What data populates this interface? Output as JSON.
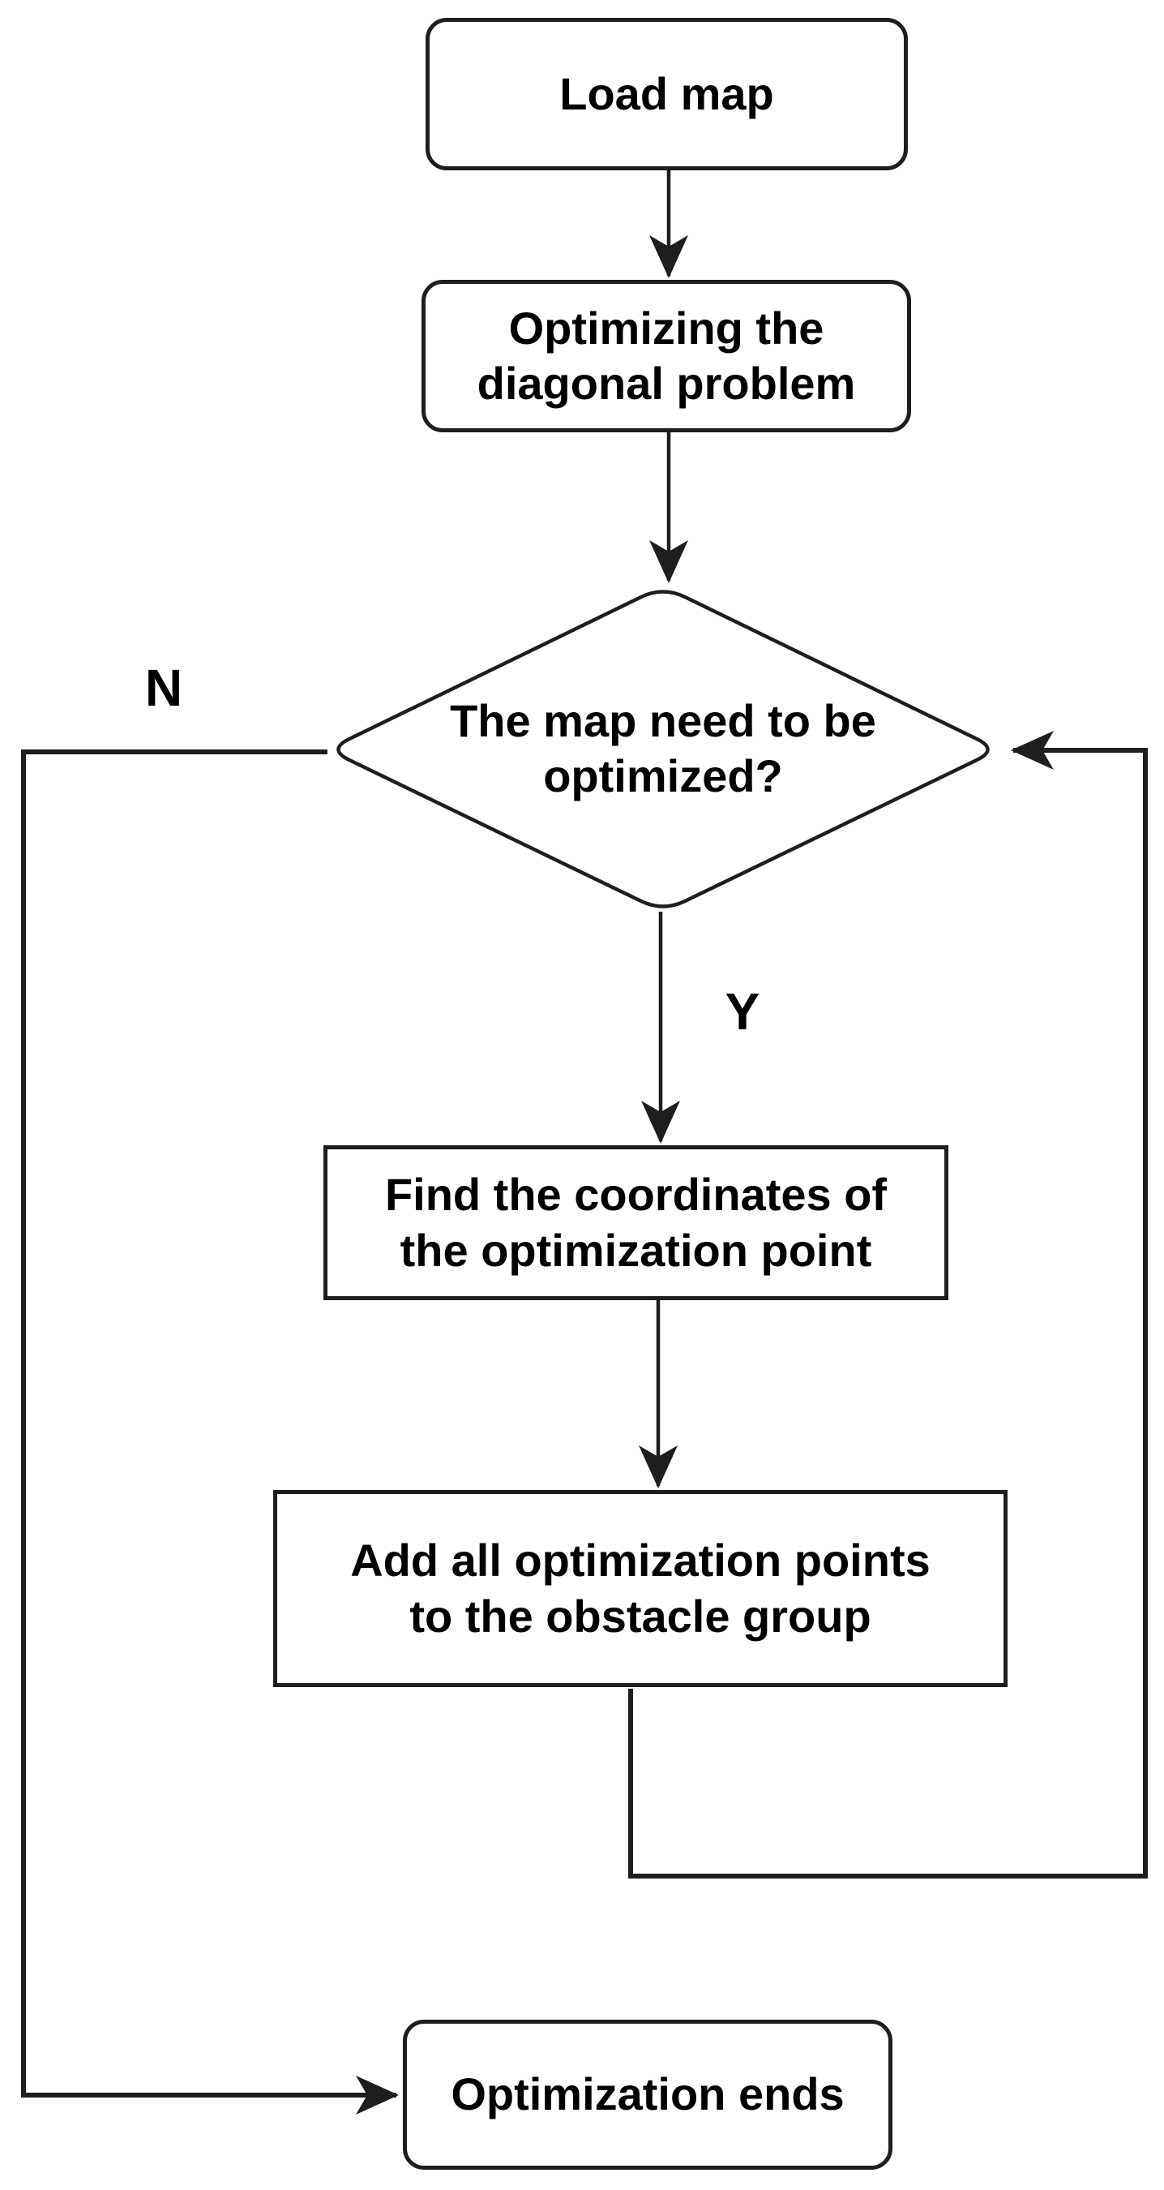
{
  "diagram": {
    "type": "flowchart",
    "background": "#ffffff",
    "line_color": "#1e1e1e",
    "text_color": "#000000",
    "nodes": [
      {
        "id": "load-map",
        "shape": "rounded",
        "label": "Load map"
      },
      {
        "id": "optimize-diagonal",
        "shape": "rounded",
        "label": "Optimizing the\ndiagonal problem"
      },
      {
        "id": "map-need-optimized",
        "shape": "decision",
        "label": "The map need to be\noptimized?"
      },
      {
        "id": "find-coordinates",
        "shape": "process",
        "label": "Find the coordinates of\nthe optimization point"
      },
      {
        "id": "add-points",
        "shape": "process",
        "label": "Add all optimization points\nto the obstacle group"
      },
      {
        "id": "optimization-ends",
        "shape": "rounded",
        "label": "Optimization ends"
      }
    ],
    "branch_labels": {
      "no": "N",
      "yes": "Y"
    }
  }
}
